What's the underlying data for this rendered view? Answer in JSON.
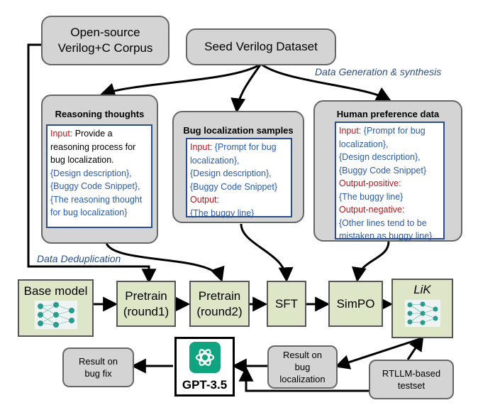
{
  "corpus": "Open-source Verilog+C Corpus",
  "corpus_lines": [
    "Open-source",
    "Verilog+C Corpus"
  ],
  "seed": "Seed Verilog Dataset",
  "gen_label": "Data Generation & synthesis",
  "dedup_label": "Data Deduplication",
  "reasoning": {
    "title": "Reasoning thoughts",
    "input_label": "Input:",
    "input_text": "Provide a reasoning process for bug localization.",
    "items": [
      "{Design description},",
      "{Buggy Code Snippet},",
      "{The reasoning thought for bug localization}"
    ]
  },
  "bugloc": {
    "title": "Bug localization samples",
    "input_label": "Input:",
    "input_items": [
      "{Prompt for bug localization},",
      "{Design description},",
      "{Buggy Code Snippet}"
    ],
    "output_label": "Output:",
    "output_items": [
      "{The buggy line}"
    ]
  },
  "human": {
    "title": "Human preference data",
    "input_label": "Input:",
    "input_items": [
      "{Prompt for bug localization},",
      "{Design description},",
      "{Buggy Code Snippet}"
    ],
    "pos_label": "Output-positive:",
    "pos_items": [
      "{The buggy line}"
    ],
    "neg_label": "Output-negative:",
    "neg_items": [
      "{Other lines tend to be mistaken as buggy line}"
    ]
  },
  "pipeline": {
    "base": "Base model",
    "pretrain1": [
      "Pretrain",
      "(round1)"
    ],
    "pretrain2": [
      "Pretrain",
      "(round2)"
    ],
    "sft": "SFT",
    "simpo": "SimPO",
    "lik": "LiK"
  },
  "result_fix": [
    "Result on",
    "bug fix"
  ],
  "gpt": "GPT-3.5",
  "result_loc": [
    "Result on",
    "bug",
    "localization"
  ],
  "testset": [
    "RTLLM-based",
    "testset"
  ],
  "colors": {
    "box_gray": "#d4d4d4",
    "box_green": "#dde7c8",
    "input_red": "#b0171e",
    "text_blue": "#2a5caa"
  }
}
